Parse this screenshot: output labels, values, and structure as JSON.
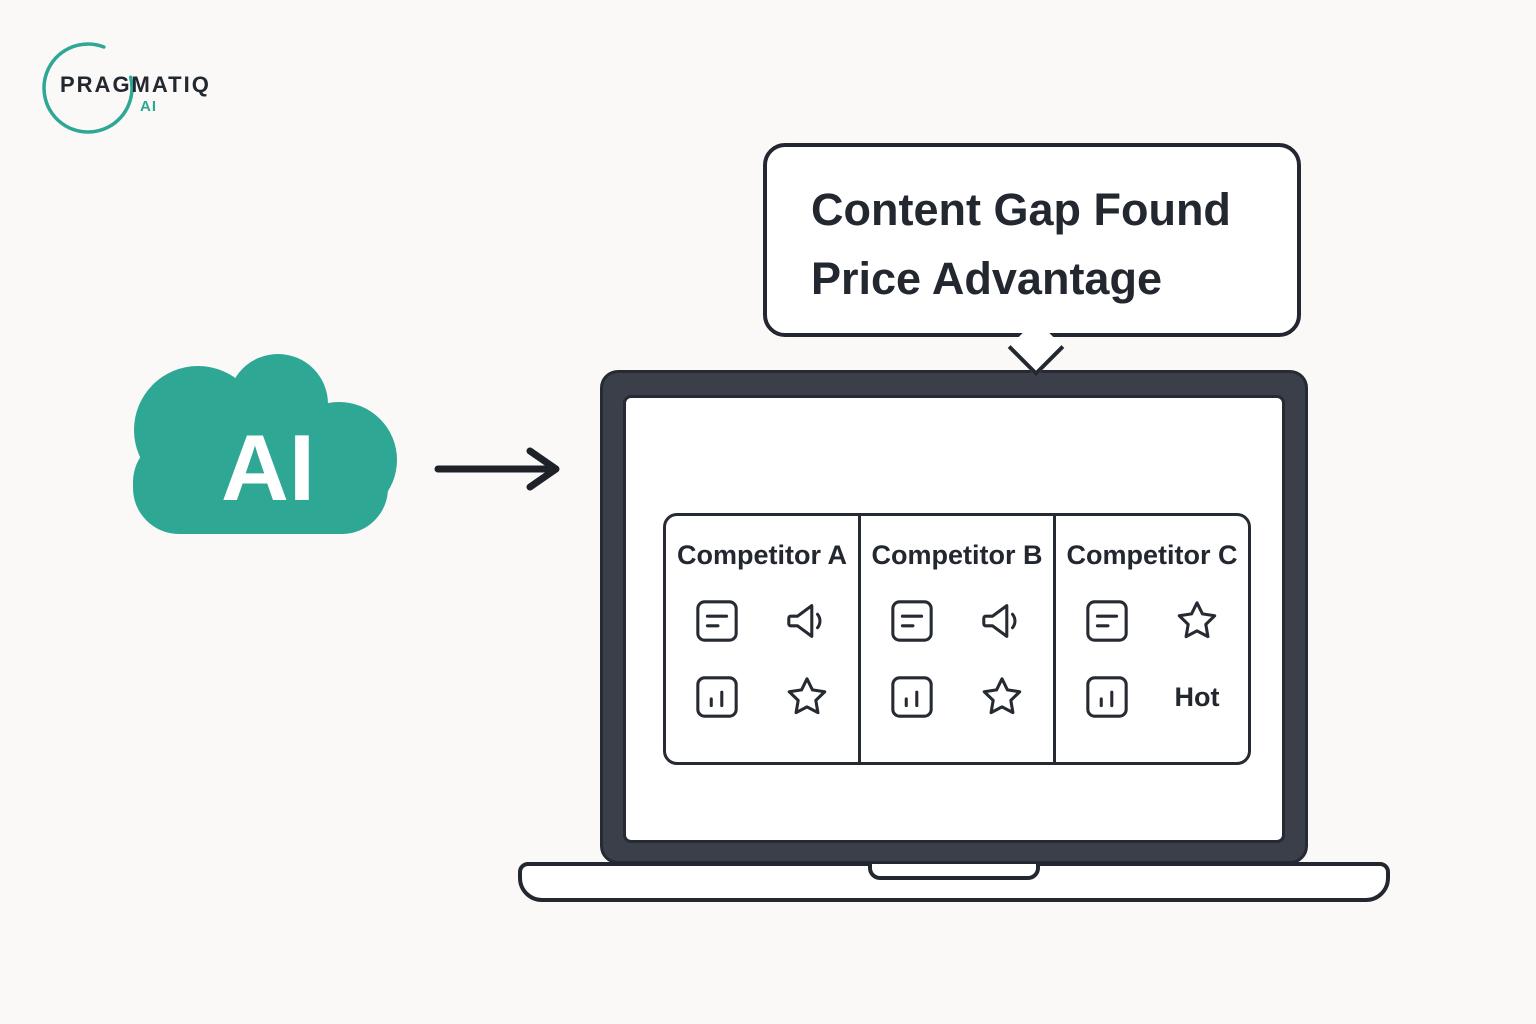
{
  "colors": {
    "teal": "#2EA795",
    "dark": "#23272F",
    "bezel": "#3A3F4A",
    "background": "#FAF9F7"
  },
  "logo": {
    "brand": "PRAGMATIQ",
    "sub": "AI"
  },
  "cloud": {
    "label": "AI"
  },
  "callout": {
    "line1": "Content Gap Found",
    "line2": "Price Advantage"
  },
  "screen": {
    "competitors": [
      {
        "name": "Competitor A",
        "icons": [
          "document-icon",
          "megaphone-icon",
          "bar-chart-icon",
          "star-icon"
        ]
      },
      {
        "name": "Competitor B",
        "icons": [
          "document-icon",
          "megaphone-icon",
          "bar-chart-icon",
          "star-icon"
        ]
      },
      {
        "name": "Competitor C",
        "icons": [
          "document-icon",
          "star-icon",
          "bar-chart-icon"
        ],
        "hot_label": "Hot"
      }
    ]
  }
}
